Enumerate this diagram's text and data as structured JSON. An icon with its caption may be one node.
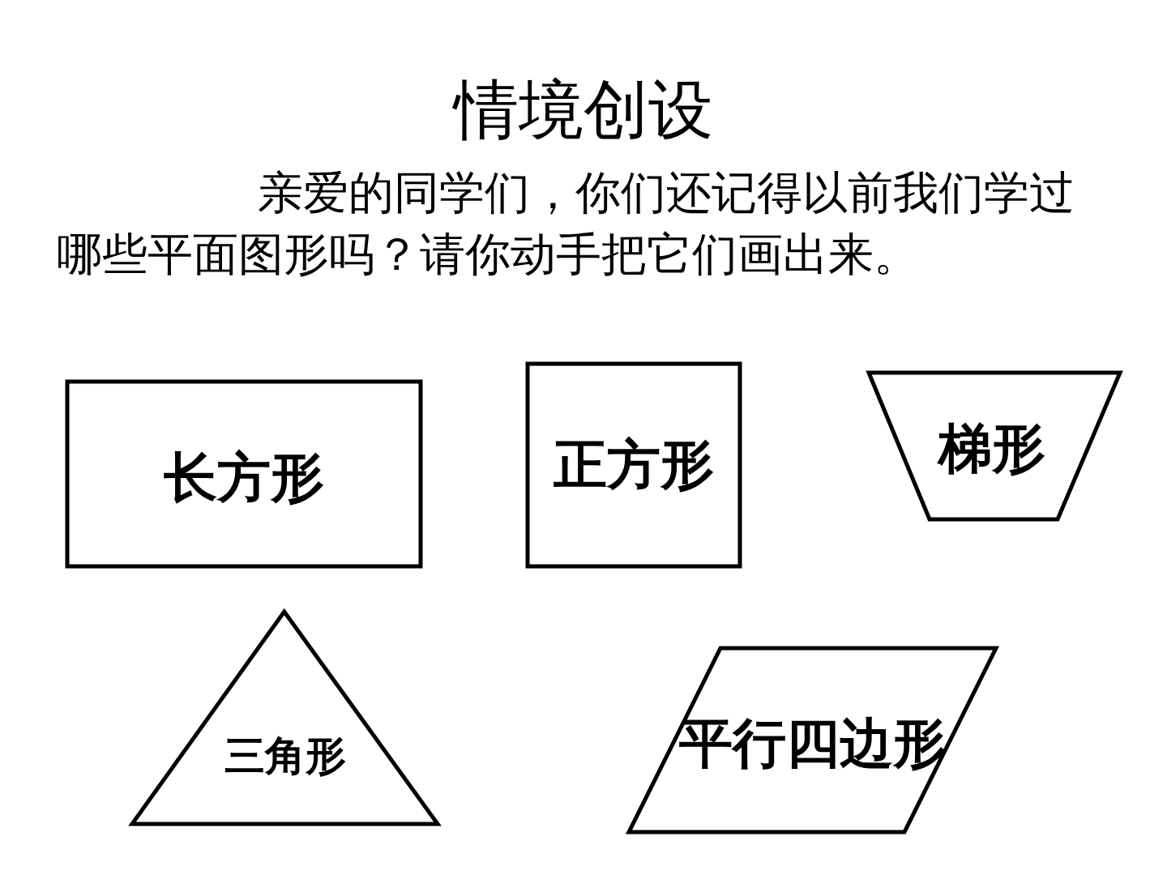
{
  "diagram": {
    "title": "情境创设",
    "nodes": [
      {
        "text": [
          "长方形"
        ]
      },
      {
        "text": [
          "正方形"
        ]
      },
      {
        "text": [
          "梯形"
        ]
      },
      {
        "text": [
          "三角形"
        ]
      },
      {
        "text": [
          "平行四边形"
        ]
      }
    ],
    "labels": [
      "亲爱的同学们，你们还记得以前我们学过哪些平面图形吗？请你动手把它们画出来。"
    ]
  }
}
